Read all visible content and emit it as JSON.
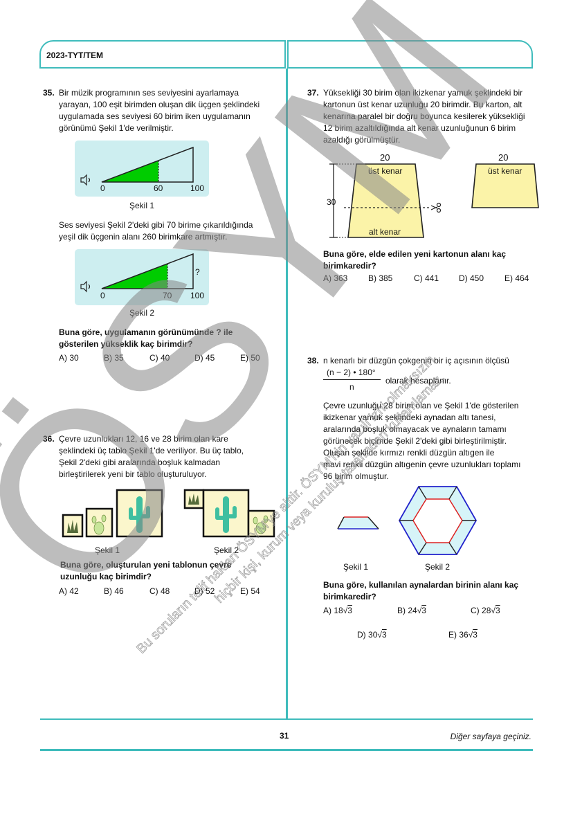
{
  "header": {
    "title": "2023-TYT/TEM"
  },
  "footer": {
    "page_number": "31",
    "next_page": "Diğer sayfaya geçiniz."
  },
  "q35": {
    "number": "35.",
    "lines": [
      "Bir müzik programının ses seviyesini ayarlamaya",
      "yarayan, 100 eşit birimden oluşan dik üçgen şeklindeki",
      "uygulamada ses seviyesi 60 birim iken uygulamanın",
      "görünümü Şekil 1'de verilmiştir."
    ],
    "fig1": {
      "label0": "0",
      "label_mid": "60",
      "label_end": "100",
      "caption": "Şekil 1",
      "icon": "speaker-icon"
    },
    "mid_lines": [
      "Ses seviyesi Şekil 2'deki gibi 70 birime çıkarıldığında",
      "yeşil dik üçgenin alanı 260 birimkare artmıştır."
    ],
    "fig2": {
      "label0": "0",
      "label_mid": "70",
      "label_end": "100",
      "question_mark": "?",
      "caption": "Şekil 2",
      "icon": "speaker-icon"
    },
    "question_lines": [
      "Buna göre, uygulamanın görünümünde ? ile",
      "gösterilen yükseklik kaç birimdir?"
    ],
    "options": [
      "A) 30",
      "B) 35",
      "C) 40",
      "D) 45",
      "E) 50"
    ]
  },
  "q36": {
    "number": "36.",
    "lines": [
      "Çevre uzunlukları 12, 16 ve 28 birim olan kare",
      "şeklindeki üç tablo Şekil 1'de veriliyor. Bu üç tablo,",
      "Şekil 2'deki gibi aralarında boşluk kalmadan",
      "birleştirilerek yeni bir tablo oluşturuluyor."
    ],
    "fig1_caption": "Şekil 1",
    "fig2_caption": "Şekil 2",
    "question_lines": [
      "Buna göre, oluşturulan yeni tablonun çevre",
      "uzunluğu kaç birimdir?"
    ],
    "options": [
      "A) 42",
      "B) 46",
      "C) 48",
      "D) 52",
      "E) 54"
    ]
  },
  "q37": {
    "number": "37.",
    "lines": [
      "Yüksekliği 30 birim olan ikizkenar yamuk şeklindeki bir",
      "kartonun üst kenar uzunluğu 20 birimdir. Bu karton, alt",
      "kenarına paralel bir doğru boyunca kesilerek yüksekliği",
      "12 birim azaltıldığında alt kenar uzunluğunun 6 birim",
      "azaldığı görülmüştür."
    ],
    "fig": {
      "top_len_left": "20",
      "top_len_right": "20",
      "height": "30",
      "top_label_left": "üst kenar",
      "top_label_right": "üst kenar",
      "bottom_label": "alt kenar",
      "icon": "scissors-icon"
    },
    "question_lines": [
      "Buna göre, elde edilen yeni kartonun alanı kaç",
      "birimkaredir?"
    ],
    "options": [
      "A) 363",
      "B) 385",
      "C) 441",
      "D) 450",
      "E) 464"
    ]
  },
  "q38": {
    "number": "38.",
    "line1": "n kenarlı bir düzgün çokgenin bir iç açısının ölçüsü",
    "formula_num": "(n − 2) • 180°",
    "formula_den": "n",
    "formula_suffix": "olarak hesaplanır.",
    "lines": [
      "Çevre uzunluğu 28 birim olan ve Şekil 1'de gösterilen",
      "ikizkenar yamuk şeklindeki aynadan altı tanesi,",
      "aralarında boşluk olmayacak ve aynaların tamamı",
      "görünecek biçimde Şekil 2'deki gibi birleştirilmiştir.",
      "Oluşan şekilde kırmızı renkli düzgün altıgen ile",
      "mavi renkli düzgün altıgenin çevre uzunlukları toplamı",
      "96 birim olmuştur."
    ],
    "fig1_caption": "Şekil 1",
    "fig2_caption": "Şekil 2",
    "question_lines": [
      "Buna göre, kullanılan aynalardan birinin alanı kaç",
      "birimkaredir?"
    ],
    "options": [
      {
        "letter": "A)",
        "coef": "18",
        "rad": "3"
      },
      {
        "letter": "B)",
        "coef": "24",
        "rad": "3"
      },
      {
        "letter": "C)",
        "coef": "28",
        "rad": "3"
      },
      {
        "letter": "D)",
        "coef": "30",
        "rad": "3"
      },
      {
        "letter": "E)",
        "coef": "36",
        "rad": "3"
      }
    ]
  },
  "watermark": {
    "big": "ÖSYM",
    "line1": "Bu soruların telif hakları ÖSYM'ye aittir. ÖSYM'nin yazılı izni olmaksızın",
    "line2": "hiçbir kişi, kurum veya kuruluş tarafından kullanılamaz."
  },
  "colors": {
    "accent": "#3fbcbc",
    "green": "#00cc00",
    "panel": "#cdeef0",
    "yellow": "#fdf5b0",
    "red": "#dd2222",
    "blue": "#2222cc"
  }
}
